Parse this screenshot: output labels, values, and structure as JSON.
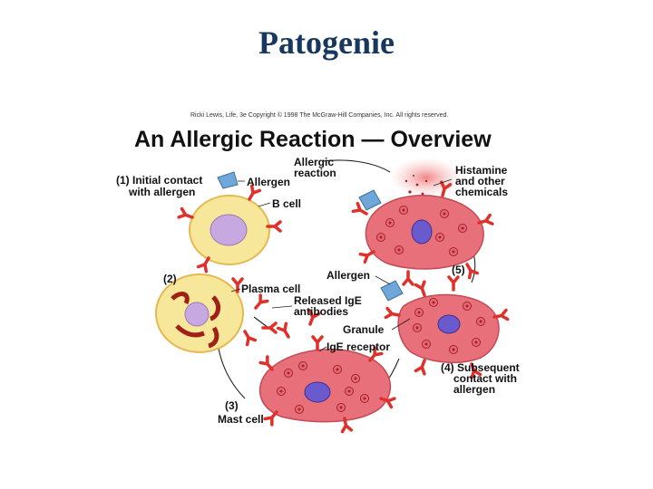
{
  "slide": {
    "title": "Patogenie"
  },
  "figure": {
    "copyright": "Ricki Lewis, Life, 3e   Copyright © 1998 The McGraw-Hill Companies, Inc. All rights reserved.",
    "title": "An Allergic Reaction — Overview",
    "labels": {
      "step1_num": "(1) Initial contact",
      "step1_text": "with allergen",
      "allergen_top": "Allergen",
      "b_cell": "B cell",
      "allergic_1": "Allergic",
      "allergic_2": "reaction",
      "histamine_1": "Histamine",
      "histamine_2": "and other",
      "histamine_3": "chemicals",
      "step2": "(2)",
      "allergen_mid": "Allergen",
      "step5": "(5)",
      "plasma_cell": "Plasma cell",
      "ige_1": "Released IgE",
      "ige_2": "antibodies",
      "granule": "Granule",
      "ige_receptor": "IgE receptor",
      "step4_1": "(4) Subsequent",
      "step4_2": "contact with",
      "step4_3": "allergen",
      "step3": "(3)",
      "mast_cell": "Mast cell"
    }
  },
  "colors": {
    "title": "#17375e",
    "b_cell_body": "#f7e79a",
    "b_cell_nucleus": "#c8a8e0",
    "mast_cell_body": "#e8707a",
    "mast_cell_nucleus": "#6a5acd",
    "antibody": "#e0302a",
    "allergen": "#6fa8d8",
    "plasma_er": "#a02018",
    "histamine_glow": "#f4a0a0"
  }
}
